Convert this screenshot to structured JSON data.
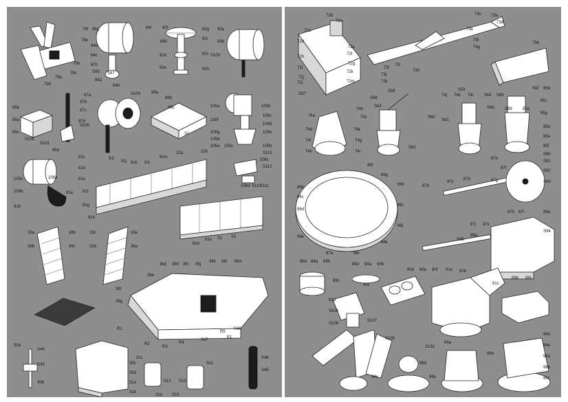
{
  "left_page": {
    "labels": [
      "79f",
      "84g",
      "79e",
      "84f",
      "84c",
      "84d",
      "87h",
      "79b",
      "79a",
      "79d",
      "79c",
      "92f",
      "92g",
      "92h",
      "92d",
      "92e",
      "92i",
      "92c",
      "S100",
      "93a",
      "93b",
      "S98",
      "S99",
      "S97",
      "84a",
      "84b",
      "95b",
      "95a",
      "95c",
      "S102",
      "S101",
      "95d",
      "97a",
      "97b",
      "97c",
      "97d",
      "S105",
      "S103",
      "98a",
      "98b",
      "98c",
      "S1",
      "100a",
      "100b",
      "100c",
      "100d",
      "100e",
      "100f",
      "100g",
      "105a",
      "105b",
      "105c",
      "105d",
      "105e",
      "106a",
      "106b",
      "106c",
      "106d",
      "S110",
      "S111",
      "S113",
      "S112",
      "81a",
      "81b",
      "81c",
      "81d",
      "81e",
      "81f",
      "81g",
      "81h",
      "81i",
      "81j",
      "81k",
      "81l",
      "81m",
      "81n",
      "81o",
      "S1",
      "S3",
      "22a",
      "22b",
      "33a",
      "33b",
      "33c",
      "33d",
      "33e",
      "36a",
      "36b",
      "36c",
      "36d",
      "36e",
      "36f",
      "36g",
      "36h",
      "36i",
      "36j",
      "36k",
      "36l",
      "36m",
      "R1",
      "R2",
      "R3",
      "R4",
      "R5",
      "K1",
      "S48",
      "S47",
      "S46",
      "S45",
      "S44",
      "S43",
      "30a",
      "30b",
      "30c",
      "30d",
      "31a",
      "31b",
      "31c",
      "31d",
      "S10",
      "S11",
      "S12",
      "S13"
    ]
  },
  "right_page": {
    "labels": [
      "72a",
      "72b",
      "72c",
      "72d",
      "72e",
      "72f",
      "72g",
      "72h",
      "72i",
      "72j",
      "72k",
      "72l",
      "72m",
      "73a",
      "73b",
      "73c",
      "73d",
      "73e",
      "73f",
      "73g",
      "73h",
      "73i",
      "73j",
      "73k",
      "73l",
      "S57",
      "S56",
      "S58",
      "S59",
      "S60",
      "S61",
      "S62",
      "S63",
      "74a",
      "74b",
      "74c",
      "74d",
      "74e",
      "74f",
      "74g",
      "74h",
      "74i",
      "74j",
      "74k",
      "74l",
      "S64",
      "S65",
      "S66",
      "S67",
      "85a",
      "85b",
      "85c",
      "85d",
      "85e",
      "85f",
      "85g",
      "S89",
      "S90",
      "S91",
      "S92",
      "S93",
      "86a",
      "86b",
      "86c",
      "86d",
      "86e",
      "86f",
      "86g",
      "86h",
      "86i",
      "86j",
      "86k",
      "86l",
      "87a",
      "87b",
      "87c",
      "87d",
      "87e",
      "87f",
      "87g",
      "87h",
      "87i",
      "87j",
      "87k",
      "S94",
      "S95",
      "88a",
      "88b",
      "88c",
      "88d",
      "89a",
      "89b",
      "89c",
      "89d",
      "90a",
      "90b",
      "90c",
      "90d",
      "90e",
      "90f",
      "91a",
      "91b",
      "91c",
      "91d",
      "S104",
      "S106",
      "S107",
      "S108",
      "S132",
      "94a",
      "94b",
      "94c",
      "94d",
      "94e",
      "96a",
      "96b",
      "96c",
      "96d",
      "96e"
    ]
  }
}
